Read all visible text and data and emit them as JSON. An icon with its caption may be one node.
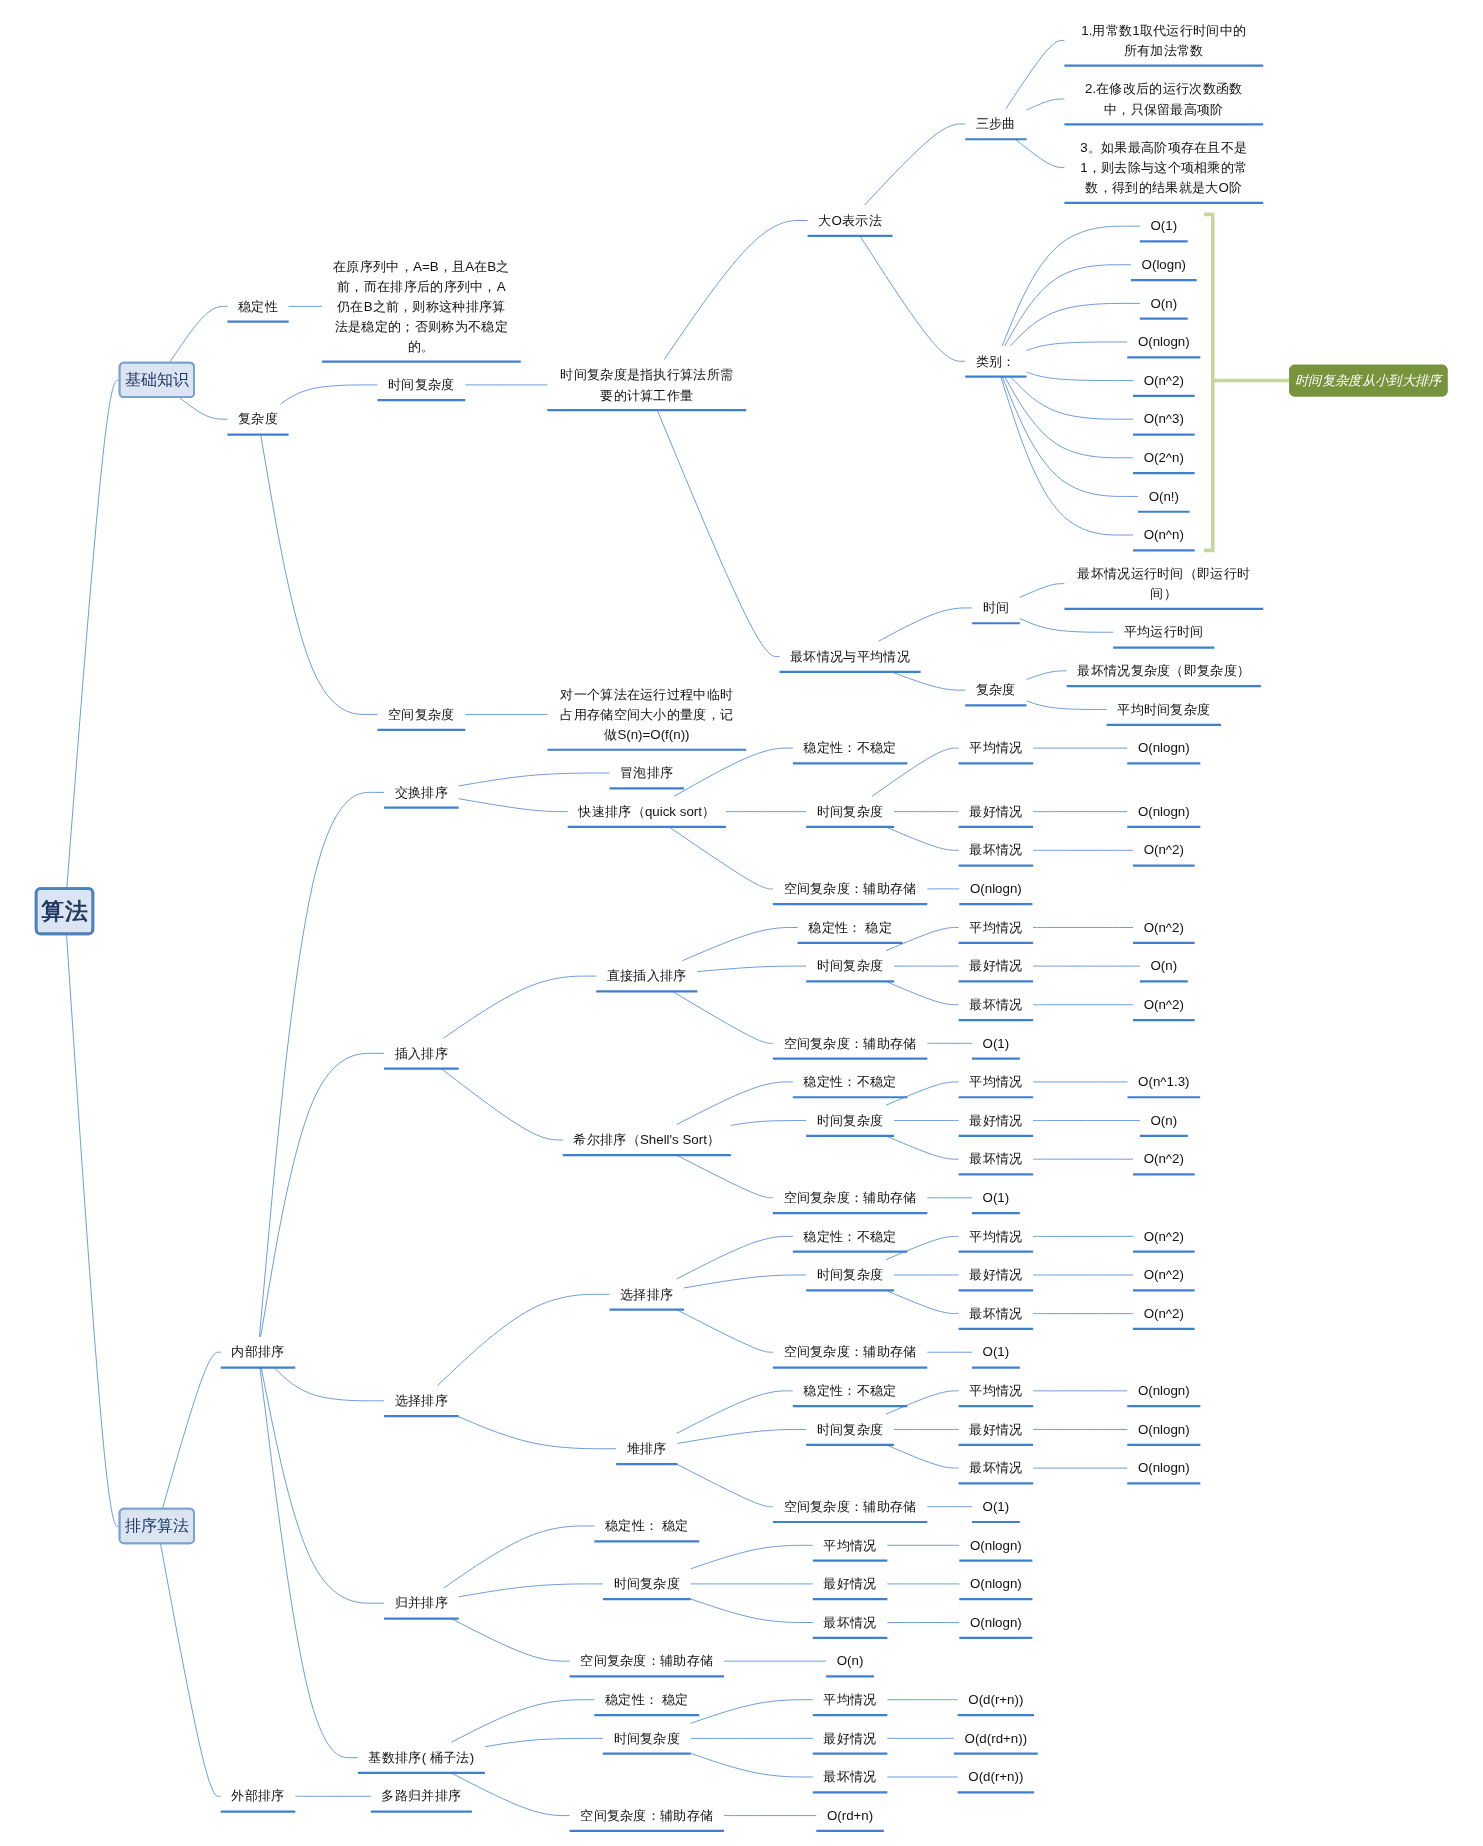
{
  "diagram": {
    "nodes": [
      {
        "text": [
          "算法"
        ]
      },
      {
        "text": [
          "基础知识"
        ]
      },
      {
        "text": [
          "稳定性"
        ]
      },
      {
        "text": [
          "在原序列中，A=B，且A在B之前，而在排序后的序列中，A仍在B之前，则称这种排序算法是稳定的；否则称为不稳定的。"
        ]
      },
      {
        "text": [
          "复杂度"
        ]
      },
      {
        "text": [
          "时间复杂度"
        ]
      },
      {
        "text": [
          "时间复杂度是指执行算法所需要的计算工作量"
        ]
      },
      {
        "text": [
          "大O表示法"
        ]
      },
      {
        "text": [
          "三步曲"
        ]
      },
      {
        "text": [
          "1.用常数1取代运行时间中的所有加法常数"
        ]
      },
      {
        "text": [
          "2.在修改后的运行次数函数中，只保留最高项阶"
        ]
      },
      {
        "text": [
          "3。如果最高阶项存在且不是1，则去除与这个项相乘的常数，得到的结果就是大O阶"
        ]
      },
      {
        "text": [
          "类别："
        ]
      },
      {
        "text": [
          "O(1)"
        ]
      },
      {
        "text": [
          "O(logn)"
        ]
      },
      {
        "text": [
          "O(n)"
        ]
      },
      {
        "text": [
          "O(nlogn)"
        ]
      },
      {
        "text": [
          "O(n^2)"
        ]
      },
      {
        "text": [
          "O(n^3)"
        ]
      },
      {
        "text": [
          "O(2^n)"
        ]
      },
      {
        "text": [
          "O(n!)"
        ]
      },
      {
        "text": [
          "O(n^n)"
        ]
      },
      {
        "text": [
          "时间复杂度从小到大排序"
        ]
      },
      {
        "text": [
          "最坏情况与平均情况"
        ]
      },
      {
        "text": [
          "时间"
        ]
      },
      {
        "text": [
          "最坏情况运行时间（即运行时间）"
        ]
      },
      {
        "text": [
          "平均运行时间"
        ]
      },
      {
        "text": [
          "复杂度"
        ]
      },
      {
        "text": [
          "最坏情况复杂度（即复杂度）"
        ]
      },
      {
        "text": [
          "平均时间复杂度"
        ]
      },
      {
        "text": [
          "空间复杂度"
        ]
      },
      {
        "text": [
          "对一个算法在运行过程中临时占用存储空间大小的量度，记做S(n)=O(f(n))"
        ]
      },
      {
        "text": [
          "排序算法"
        ]
      },
      {
        "text": [
          "内部排序"
        ]
      },
      {
        "text": [
          "交换排序"
        ]
      },
      {
        "text": [
          "冒泡排序"
        ]
      },
      {
        "text": [
          "快速排序（quick sort）"
        ]
      },
      {
        "text": [
          "稳定性：不稳定"
        ]
      },
      {
        "text": [
          "时间复杂度"
        ]
      },
      {
        "text": [
          "平均情况"
        ]
      },
      {
        "text": [
          "O(nlogn)"
        ]
      },
      {
        "text": [
          "最好情况"
        ]
      },
      {
        "text": [
          "O(nlogn)"
        ]
      },
      {
        "text": [
          "最坏情况"
        ]
      },
      {
        "text": [
          "O(n^2)"
        ]
      },
      {
        "text": [
          "空间复杂度：辅助存储"
        ]
      },
      {
        "text": [
          "O(nlogn)"
        ]
      },
      {
        "text": [
          "插入排序"
        ]
      },
      {
        "text": [
          "直接插入排序"
        ]
      },
      {
        "text": [
          "稳定性： 稳定"
        ]
      },
      {
        "text": [
          "时间复杂度"
        ]
      },
      {
        "text": [
          "平均情况"
        ]
      },
      {
        "text": [
          "O(n^2)"
        ]
      },
      {
        "text": [
          "最好情况"
        ]
      },
      {
        "text": [
          "O(n)"
        ]
      },
      {
        "text": [
          "最坏情况"
        ]
      },
      {
        "text": [
          "O(n^2)"
        ]
      },
      {
        "text": [
          "空间复杂度：辅助存储"
        ]
      },
      {
        "text": [
          "O(1)"
        ]
      },
      {
        "text": [
          "希尔排序（Shell's Sort）"
        ]
      },
      {
        "text": [
          "稳定性：不稳定"
        ]
      },
      {
        "text": [
          "时间复杂度"
        ]
      },
      {
        "text": [
          "平均情况"
        ]
      },
      {
        "text": [
          "O(n^1.3)"
        ]
      },
      {
        "text": [
          "最好情况"
        ]
      },
      {
        "text": [
          "O(n)"
        ]
      },
      {
        "text": [
          "最坏情况"
        ]
      },
      {
        "text": [
          "O(n^2)"
        ]
      },
      {
        "text": [
          "空间复杂度：辅助存储"
        ]
      },
      {
        "text": [
          "O(1)"
        ]
      },
      {
        "text": [
          "选择排序"
        ]
      },
      {
        "text": [
          "选择排序"
        ]
      },
      {
        "text": [
          "稳定性：不稳定"
        ]
      },
      {
        "text": [
          "时间复杂度"
        ]
      },
      {
        "text": [
          "平均情况"
        ]
      },
      {
        "text": [
          "O(n^2)"
        ]
      },
      {
        "text": [
          "最好情况"
        ]
      },
      {
        "text": [
          "O(n^2)"
        ]
      },
      {
        "text": [
          "最坏情况"
        ]
      },
      {
        "text": [
          "O(n^2)"
        ]
      },
      {
        "text": [
          "空间复杂度：辅助存储"
        ]
      },
      {
        "text": [
          "O(1)"
        ]
      },
      {
        "text": [
          "堆排序"
        ]
      },
      {
        "text": [
          "稳定性：不稳定"
        ]
      },
      {
        "text": [
          "时间复杂度"
        ]
      },
      {
        "text": [
          "平均情况"
        ]
      },
      {
        "text": [
          "O(nlogn)"
        ]
      },
      {
        "text": [
          "最好情况"
        ]
      },
      {
        "text": [
          "O(nlogn)"
        ]
      },
      {
        "text": [
          "最坏情况"
        ]
      },
      {
        "text": [
          "O(nlogn)"
        ]
      },
      {
        "text": [
          "空间复杂度：辅助存储"
        ]
      },
      {
        "text": [
          "O(1)"
        ]
      },
      {
        "text": [
          "归并排序"
        ]
      },
      {
        "text": [
          "稳定性： 稳定"
        ]
      },
      {
        "text": [
          "时间复杂度"
        ]
      },
      {
        "text": [
          "平均情况"
        ]
      },
      {
        "text": [
          "O(nlogn)"
        ]
      },
      {
        "text": [
          "最好情况"
        ]
      },
      {
        "text": [
          "O(nlogn)"
        ]
      },
      {
        "text": [
          "最坏情况"
        ]
      },
      {
        "text": [
          "O(nlogn)"
        ]
      },
      {
        "text": [
          "空间复杂度：辅助存储"
        ]
      },
      {
        "text": [
          "O(n)"
        ]
      },
      {
        "text": [
          "基数排序( 桶子法)"
        ]
      },
      {
        "text": [
          "稳定性： 稳定"
        ]
      },
      {
        "text": [
          "时间复杂度"
        ]
      },
      {
        "text": [
          "平均情况"
        ]
      },
      {
        "text": [
          "O(d(r+n))"
        ]
      },
      {
        "text": [
          "最好情况"
        ]
      },
      {
        "text": [
          "O(d(rd+n))"
        ]
      },
      {
        "text": [
          "最坏情况"
        ]
      },
      {
        "text": [
          "O(d(r+n))"
        ]
      },
      {
        "text": [
          "空间复杂度：辅助存储"
        ]
      },
      {
        "text": [
          "O(rd+n)"
        ]
      },
      {
        "text": [
          "外部排序"
        ]
      },
      {
        "text": [
          "多路归并排序"
        ]
      }
    ],
    "edges": [
      {
        "from": 0,
        "to": 1,
        "arrow": "none"
      },
      {
        "from": 1,
        "to": 2,
        "arrow": "none"
      },
      {
        "from": 2,
        "to": 3,
        "arrow": "none"
      },
      {
        "from": 1,
        "to": 4,
        "arrow": "none"
      },
      {
        "from": 4,
        "to": 5,
        "arrow": "none"
      },
      {
        "from": 5,
        "to": 6,
        "arrow": "none"
      },
      {
        "from": 6,
        "to": 7,
        "arrow": "none"
      },
      {
        "from": 7,
        "to": 8,
        "arrow": "none"
      },
      {
        "from": 8,
        "to": 9,
        "arrow": "none"
      },
      {
        "from": 8,
        "to": 10,
        "arrow": "none"
      },
      {
        "from": 8,
        "to": 11,
        "arrow": "none"
      },
      {
        "from": 7,
        "to": 12,
        "arrow": "none"
      },
      {
        "from": 12,
        "to": 13,
        "arrow": "none"
      },
      {
        "from": 12,
        "to": 14,
        "arrow": "none"
      },
      {
        "from": 12,
        "to": 15,
        "arrow": "none"
      },
      {
        "from": 12,
        "to": 16,
        "arrow": "none"
      },
      {
        "from": 12,
        "to": 17,
        "arrow": "none"
      },
      {
        "from": 12,
        "to": 18,
        "arrow": "none"
      },
      {
        "from": 12,
        "to": 19,
        "arrow": "none"
      },
      {
        "from": 12,
        "to": 20,
        "arrow": "none"
      },
      {
        "from": 12,
        "to": 21,
        "arrow": "none"
      },
      {
        "from": 6,
        "to": 23,
        "arrow": "none"
      },
      {
        "from": 23,
        "to": 24,
        "arrow": "none"
      },
      {
        "from": 24,
        "to": 25,
        "arrow": "none"
      },
      {
        "from": 24,
        "to": 26,
        "arrow": "none"
      },
      {
        "from": 23,
        "to": 27,
        "arrow": "none"
      },
      {
        "from": 27,
        "to": 28,
        "arrow": "none"
      },
      {
        "from": 27,
        "to": 29,
        "arrow": "none"
      },
      {
        "from": 4,
        "to": 30,
        "arrow": "none"
      },
      {
        "from": 30,
        "to": 31,
        "arrow": "none"
      },
      {
        "from": 0,
        "to": 32,
        "arrow": "none"
      },
      {
        "from": 32,
        "to": 33,
        "arrow": "none"
      },
      {
        "from": 33,
        "to": 34,
        "arrow": "none"
      },
      {
        "from": 34,
        "to": 35,
        "arrow": "none"
      },
      {
        "from": 34,
        "to": 36,
        "arrow": "none"
      },
      {
        "from": 36,
        "to": 37,
        "arrow": "none"
      },
      {
        "from": 36,
        "to": 38,
        "arrow": "none"
      },
      {
        "from": 38,
        "to": 39,
        "arrow": "none"
      },
      {
        "from": 39,
        "to": 40,
        "arrow": "none"
      },
      {
        "from": 38,
        "to": 41,
        "arrow": "none"
      },
      {
        "from": 41,
        "to": 42,
        "arrow": "none"
      },
      {
        "from": 38,
        "to": 43,
        "arrow": "none"
      },
      {
        "from": 43,
        "to": 44,
        "arrow": "none"
      },
      {
        "from": 36,
        "to": 45,
        "arrow": "none"
      },
      {
        "from": 45,
        "to": 46,
        "arrow": "none"
      },
      {
        "from": 33,
        "to": 47,
        "arrow": "none"
      },
      {
        "from": 47,
        "to": 48,
        "arrow": "none"
      },
      {
        "from": 48,
        "to": 49,
        "arrow": "none"
      },
      {
        "from": 48,
        "to": 50,
        "arrow": "none"
      },
      {
        "from": 50,
        "to": 51,
        "arrow": "none"
      },
      {
        "from": 51,
        "to": 52,
        "arrow": "none"
      },
      {
        "from": 50,
        "to": 53,
        "arrow": "none"
      },
      {
        "from": 53,
        "to": 54,
        "arrow": "none"
      },
      {
        "from": 50,
        "to": 55,
        "arrow": "none"
      },
      {
        "from": 55,
        "to": 56,
        "arrow": "none"
      },
      {
        "from": 48,
        "to": 57,
        "arrow": "none"
      },
      {
        "from": 57,
        "to": 58,
        "arrow": "none"
      },
      {
        "from": 47,
        "to": 59,
        "arrow": "none"
      },
      {
        "from": 59,
        "to": 60,
        "arrow": "none"
      },
      {
        "from": 59,
        "to": 61,
        "arrow": "none"
      },
      {
        "from": 61,
        "to": 62,
        "arrow": "none"
      },
      {
        "from": 62,
        "to": 63,
        "arrow": "none"
      },
      {
        "from": 61,
        "to": 64,
        "arrow": "none"
      },
      {
        "from": 64,
        "to": 65,
        "arrow": "none"
      },
      {
        "from": 61,
        "to": 66,
        "arrow": "none"
      },
      {
        "from": 66,
        "to": 67,
        "arrow": "none"
      },
      {
        "from": 59,
        "to": 68,
        "arrow": "none"
      },
      {
        "from": 68,
        "to": 69,
        "arrow": "none"
      },
      {
        "from": 33,
        "to": 70,
        "arrow": "none"
      },
      {
        "from": 70,
        "to": 71,
        "arrow": "none"
      },
      {
        "from": 71,
        "to": 72,
        "arrow": "none"
      },
      {
        "from": 71,
        "to": 73,
        "arrow": "none"
      },
      {
        "from": 73,
        "to": 74,
        "arrow": "none"
      },
      {
        "from": 74,
        "to": 75,
        "arrow": "none"
      },
      {
        "from": 73,
        "to": 76,
        "arrow": "none"
      },
      {
        "from": 76,
        "to": 77,
        "arrow": "none"
      },
      {
        "from": 73,
        "to": 78,
        "arrow": "none"
      },
      {
        "from": 78,
        "to": 79,
        "arrow": "none"
      },
      {
        "from": 71,
        "to": 80,
        "arrow": "none"
      },
      {
        "from": 80,
        "to": 81,
        "arrow": "none"
      },
      {
        "from": 70,
        "to": 82,
        "arrow": "none"
      },
      {
        "from": 82,
        "to": 83,
        "arrow": "none"
      },
      {
        "from": 82,
        "to": 84,
        "arrow": "none"
      },
      {
        "from": 84,
        "to": 85,
        "arrow": "none"
      },
      {
        "from": 85,
        "to": 86,
        "arrow": "none"
      },
      {
        "from": 84,
        "to": 87,
        "arrow": "none"
      },
      {
        "from": 87,
        "to": 88,
        "arrow": "none"
      },
      {
        "from": 84,
        "to": 89,
        "arrow": "none"
      },
      {
        "from": 89,
        "to": 90,
        "arrow": "none"
      },
      {
        "from": 82,
        "to": 91,
        "arrow": "none"
      },
      {
        "from": 91,
        "to": 92,
        "arrow": "none"
      },
      {
        "from": 33,
        "to": 93,
        "arrow": "none"
      },
      {
        "from": 93,
        "to": 94,
        "arrow": "none"
      },
      {
        "from": 93,
        "to": 95,
        "arrow": "none"
      },
      {
        "from": 95,
        "to": 96,
        "arrow": "none"
      },
      {
        "from": 96,
        "to": 97,
        "arrow": "none"
      },
      {
        "from": 95,
        "to": 98,
        "arrow": "none"
      },
      {
        "from": 98,
        "to": 99,
        "arrow": "none"
      },
      {
        "from": 95,
        "to": 100,
        "arrow": "none"
      },
      {
        "from": 100,
        "to": 101,
        "arrow": "none"
      },
      {
        "from": 93,
        "to": 102,
        "arrow": "none"
      },
      {
        "from": 102,
        "to": 103,
        "arrow": "none"
      },
      {
        "from": 33,
        "to": 104,
        "arrow": "none"
      },
      {
        "from": 104,
        "to": 105,
        "arrow": "none"
      },
      {
        "from": 104,
        "to": 106,
        "arrow": "none"
      },
      {
        "from": 106,
        "to": 107,
        "arrow": "none"
      },
      {
        "from": 107,
        "to": 108,
        "arrow": "none"
      },
      {
        "from": 106,
        "to": 109,
        "arrow": "none"
      },
      {
        "from": 109,
        "to": 110,
        "arrow": "none"
      },
      {
        "from": 106,
        "to": 111,
        "arrow": "none"
      },
      {
        "from": 111,
        "to": 112,
        "arrow": "none"
      },
      {
        "from": 104,
        "to": 113,
        "arrow": "none"
      },
      {
        "from": 113,
        "to": 114,
        "arrow": "none"
      },
      {
        "from": 32,
        "to": 115,
        "arrow": "none"
      },
      {
        "from": 115,
        "to": 116,
        "arrow": "none"
      }
    ]
  }
}
